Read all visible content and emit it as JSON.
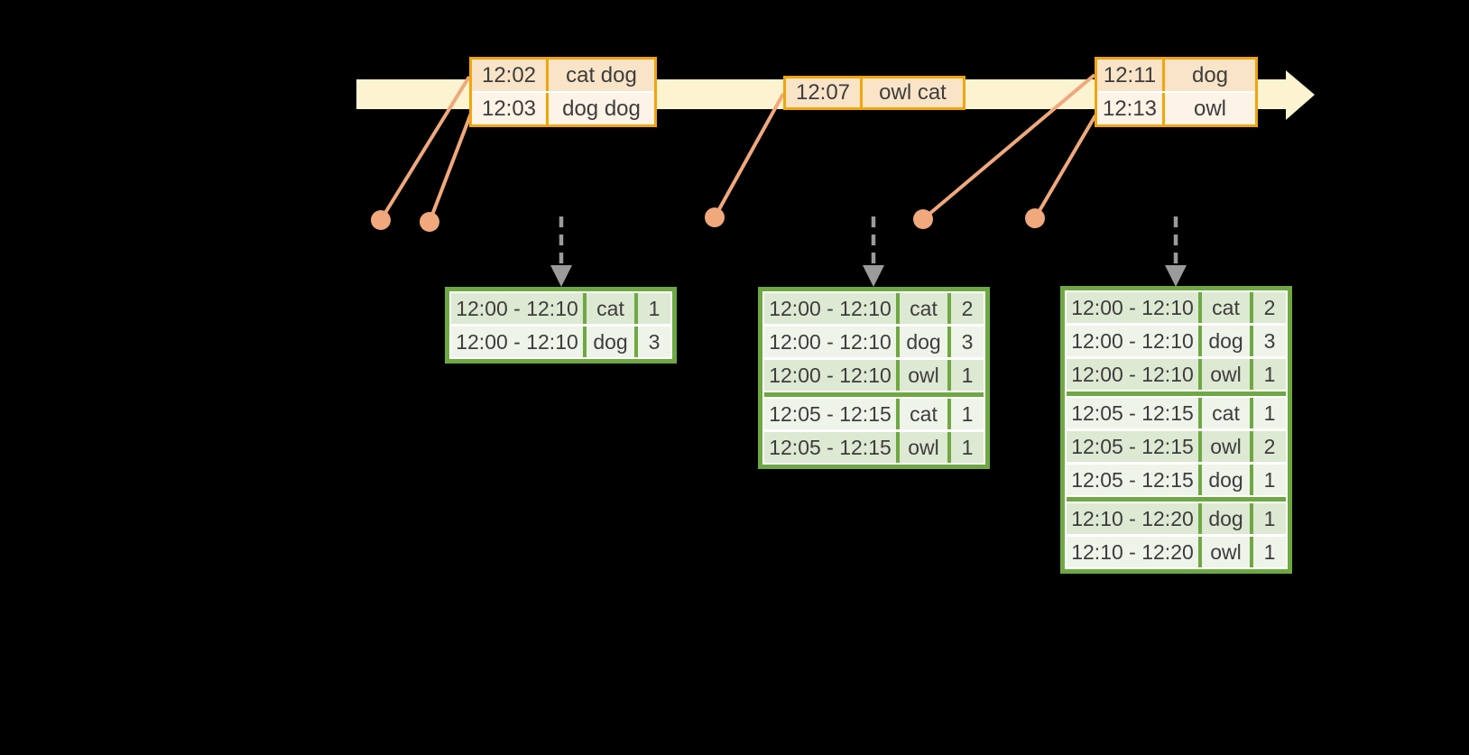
{
  "diagram": {
    "kind": "windowed-streaming-aggregation-timeline",
    "colors": {
      "background": "#000000",
      "timeline_fill": "#fcf3d1",
      "event_table_border": "#f0a50c",
      "event_row_dark": "#fae4c8",
      "event_row_light": "#fdf3e6",
      "connector_salmon": "#f0a87c",
      "trigger_arrow_gray": "#9b9b9b",
      "result_table_border": "#6fa843",
      "result_row_dark": "#dde9d3",
      "result_row_light": "#eff4ea",
      "cell_text": "#3d3d3d"
    }
  },
  "event_tables": [
    {
      "rows": [
        {
          "time": "12:02",
          "words": "cat dog"
        },
        {
          "time": "12:03",
          "words": "dog dog"
        }
      ]
    },
    {
      "rows": [
        {
          "time": "12:07",
          "words": "owl cat"
        }
      ]
    },
    {
      "rows": [
        {
          "time": "12:11",
          "words": "dog"
        },
        {
          "time": "12:13",
          "words": "owl"
        }
      ]
    }
  ],
  "result_tables": [
    {
      "rows": [
        {
          "window": "12:00 - 12:10",
          "word": "cat",
          "count": "1"
        },
        {
          "window": "12:00 - 12:10",
          "word": "dog",
          "count": "3"
        }
      ]
    },
    {
      "rows": [
        {
          "window": "12:00 - 12:10",
          "word": "cat",
          "count": "2"
        },
        {
          "window": "12:00 - 12:10",
          "word": "dog",
          "count": "3"
        },
        {
          "window": "12:00 - 12:10",
          "word": "owl",
          "count": "1"
        },
        {
          "window": "12:05 - 12:15",
          "word": "cat",
          "count": "1"
        },
        {
          "window": "12:05 - 12:15",
          "word": "owl",
          "count": "1"
        }
      ]
    },
    {
      "rows": [
        {
          "window": "12:00 - 12:10",
          "word": "cat",
          "count": "2"
        },
        {
          "window": "12:00 - 12:10",
          "word": "dog",
          "count": "3"
        },
        {
          "window": "12:00 - 12:10",
          "word": "owl",
          "count": "1"
        },
        {
          "window": "12:05 - 12:15",
          "word": "cat",
          "count": "1"
        },
        {
          "window": "12:05 - 12:15",
          "word": "owl",
          "count": "2"
        },
        {
          "window": "12:05 - 12:15",
          "word": "dog",
          "count": "1"
        },
        {
          "window": "12:10 - 12:20",
          "word": "dog",
          "count": "1"
        },
        {
          "window": "12:10 - 12:20",
          "word": "owl",
          "count": "1"
        }
      ]
    }
  ]
}
